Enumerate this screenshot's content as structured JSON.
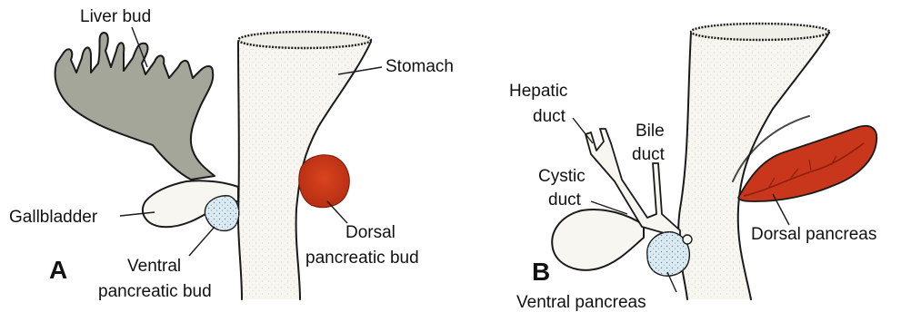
{
  "panel_a": {
    "letter": "A",
    "labels": {
      "liver_bud": "Liver bud",
      "stomach": "Stomach",
      "gallbladder": "Gallbladder",
      "ventral_bud_line1": "Ventral",
      "ventral_bud_line2": "pancreatic bud",
      "dorsal_bud_line1": "Dorsal",
      "dorsal_bud_line2": "pancreatic bud"
    }
  },
  "panel_b": {
    "letter": "B",
    "labels": {
      "hepatic_duct_line1": "Hepatic",
      "hepatic_duct_line2": "duct",
      "bile_duct_line1": "Bile",
      "bile_duct_line2": "duct",
      "cystic_duct_line1": "Cystic",
      "cystic_duct_line2": "duct",
      "dorsal_pancreas": "Dorsal pancreas",
      "ventral_pancreas": "Ventral pancreas"
    }
  },
  "colors": {
    "tissue_fill": "#f7f6f0",
    "liver_fill": "#a4a699",
    "pancreas_red": "#c8361b",
    "pancreas_dark": "#8e1f0c",
    "ventral_blue": "#dceaf1",
    "outline": "#1a1a1a"
  }
}
